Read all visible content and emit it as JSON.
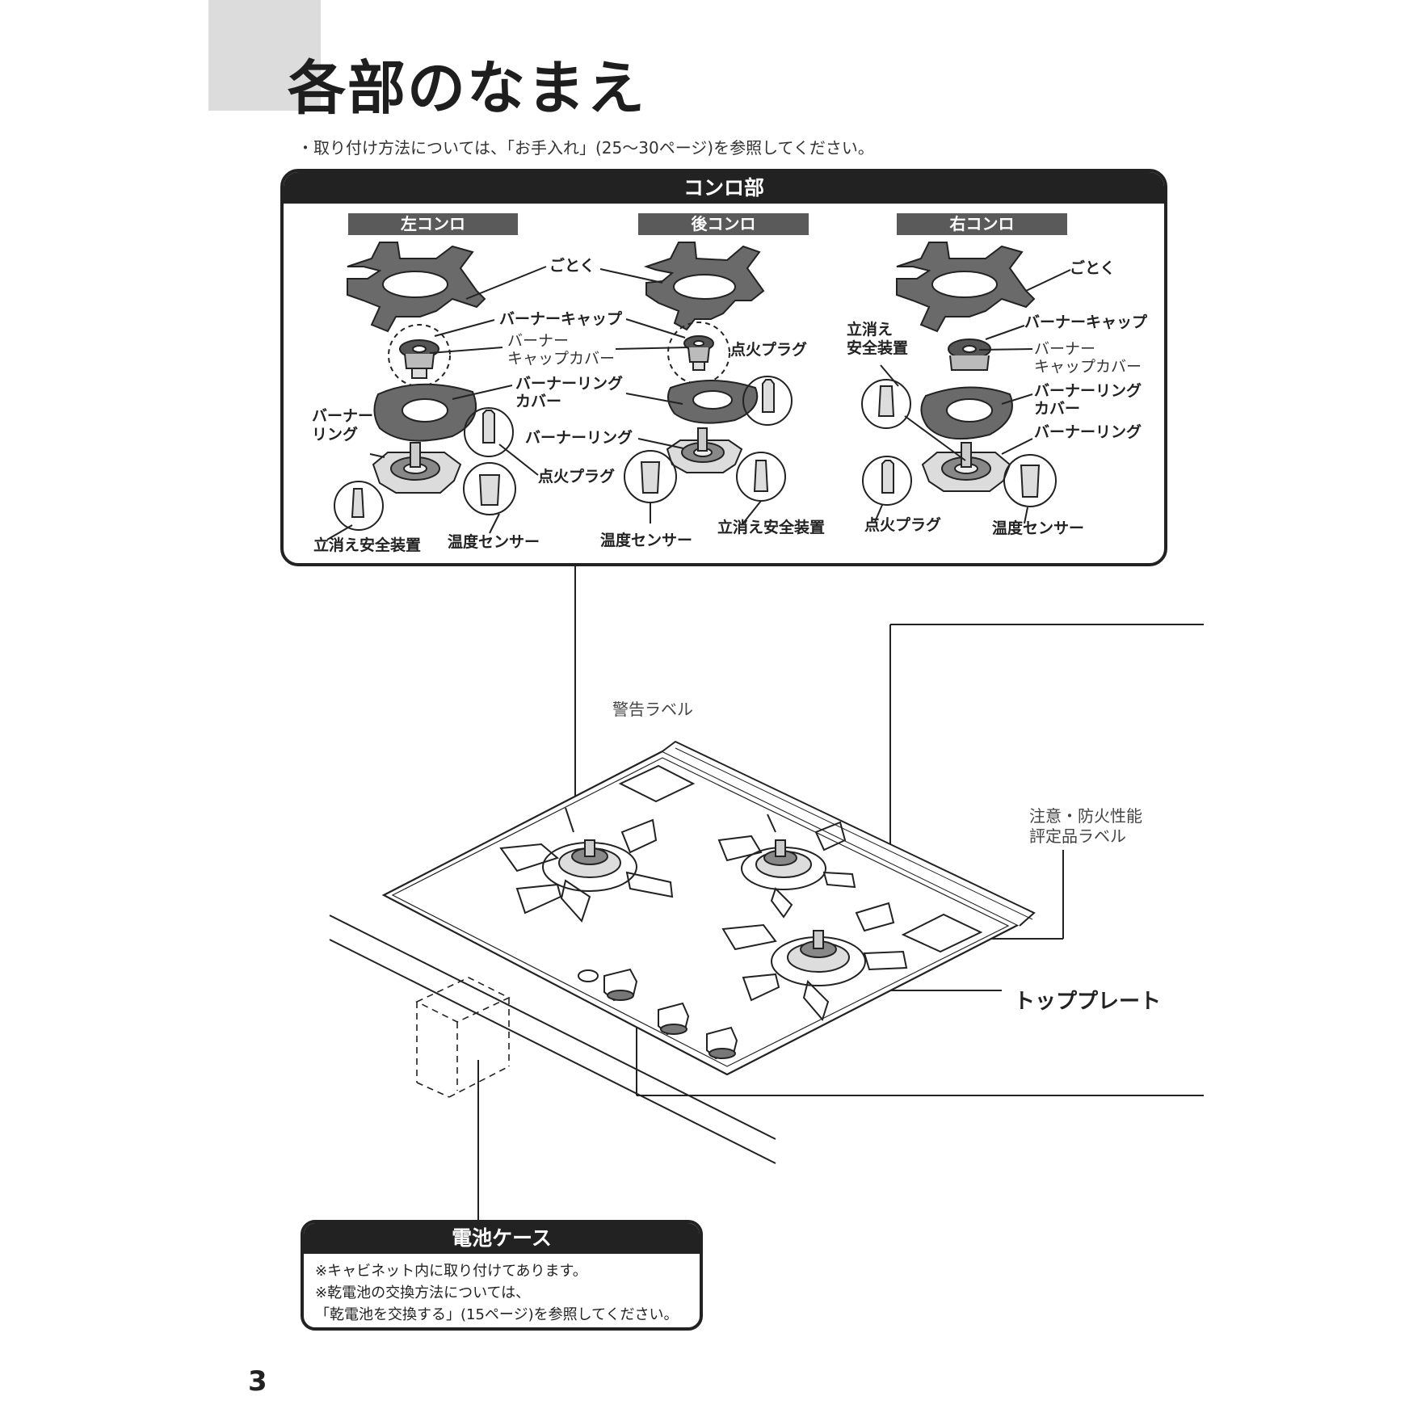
{
  "page": {
    "title": "各部のなまえ",
    "note": "・取り付け方法については、「お手入れ」(25〜30ページ)を参照してください。",
    "page_number": "3"
  },
  "konro_panel": {
    "title": "コンロ部",
    "left": {
      "header": "左コンロ",
      "gotoku": "ごとく",
      "burner_cap": "バーナーキャップ",
      "burner_cap_cover_1": "バーナー",
      "burner_cap_cover_2": "キャップカバー",
      "burner_ring_cover_1": "バーナーリング",
      "burner_ring_cover_2": "カバー",
      "burner_ring_1": "バーナー",
      "burner_ring_2": "リング",
      "ignition_plug": "点火プラグ",
      "safety_device": "立消え安全装置",
      "temp_sensor": "温度センサー"
    },
    "rear": {
      "header": "後コンロ",
      "ignition_plug": "点火プラグ",
      "burner_ring": "バーナーリング",
      "temp_sensor": "温度センサー",
      "safety_device": "立消え安全装置"
    },
    "right": {
      "header": "右コンロ",
      "gotoku": "ごとく",
      "safety_device_1": "立消え",
      "safety_device_2": "安全装置",
      "burner_cap": "バーナーキャップ",
      "burner_cap_cover_1": "バーナー",
      "burner_cap_cover_2": "キャップカバー",
      "burner_ring_cover_1": "バーナーリング",
      "burner_ring_cover_2": "カバー",
      "burner_ring": "バーナーリング",
      "ignition_plug": "点火プラグ",
      "temp_sensor": "温度センサー"
    }
  },
  "main_labels": {
    "warning_label": "警告ラベル",
    "caution_label_1": "注意・防火性能",
    "caution_label_2": "評定品ラベル",
    "top_plate": "トッププレート"
  },
  "battery_case": {
    "title": "電池ケース",
    "line1": "※キャビネット内に取り付けてあります。",
    "line2": "※乾電池の交換方法については、",
    "line3": "「乾電池を交換する」(15ページ)を参照してください。"
  }
}
